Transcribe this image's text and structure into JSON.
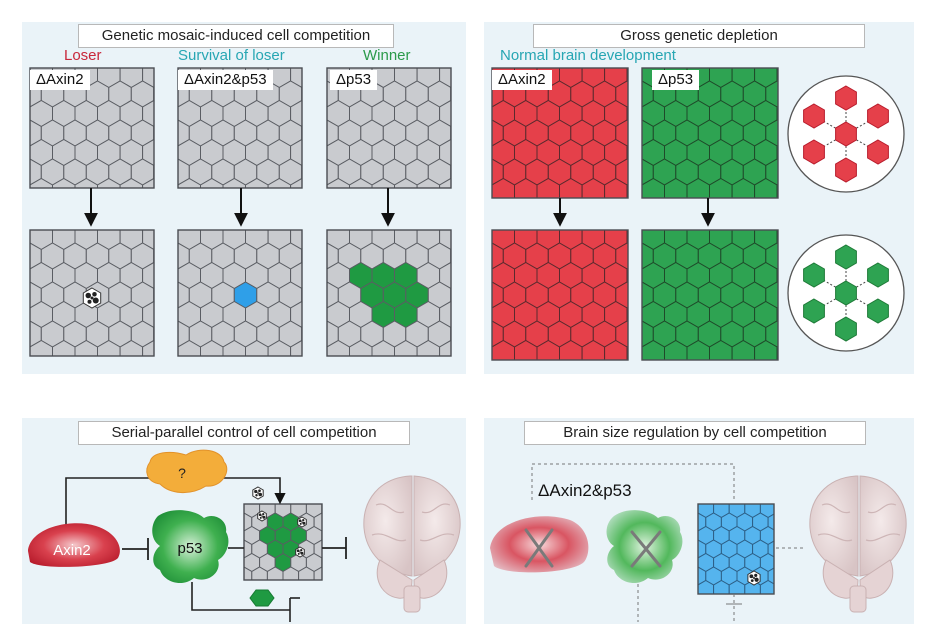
{
  "panels": {
    "top_left": {
      "title": "Genetic mosaic-induced cell competition",
      "columns": [
        {
          "header": "Loser",
          "header_color": "#c8283c",
          "genotype": "ΔAxin2"
        },
        {
          "header": "Survival of loser",
          "header_color": "#27a6b3",
          "genotype": "ΔAxin2&p53"
        },
        {
          "header": "Winner",
          "header_color": "#2b9a4a",
          "genotype": "Δp53"
        }
      ]
    },
    "top_right": {
      "title": "Gross genetic depletion",
      "subtitle": "Normal brain development",
      "subtitle_color": "#27a6b3",
      "columns": [
        {
          "genotype": "ΔAxin2"
        },
        {
          "genotype": "Δp53"
        }
      ]
    },
    "bottom_left": {
      "title": "Serial-parallel control of cell competition",
      "nodes": {
        "axin2": "Axin2",
        "p53": "p53",
        "unknown": "?"
      }
    },
    "bottom_right": {
      "title": "Brain size regulation by cell competition",
      "genotype": "ΔAxin2&p53"
    }
  },
  "colors": {
    "panel_bg": "#eaf3f8",
    "grid_cell": "#c9cbcf",
    "grid_line": "#5a5d63",
    "red": "#e0303f",
    "red_fill": "#e5404a",
    "green": "#1f9a42",
    "green_fill": "#2ea352",
    "blue": "#3aa4e6",
    "brain": "#e9dcdc"
  }
}
